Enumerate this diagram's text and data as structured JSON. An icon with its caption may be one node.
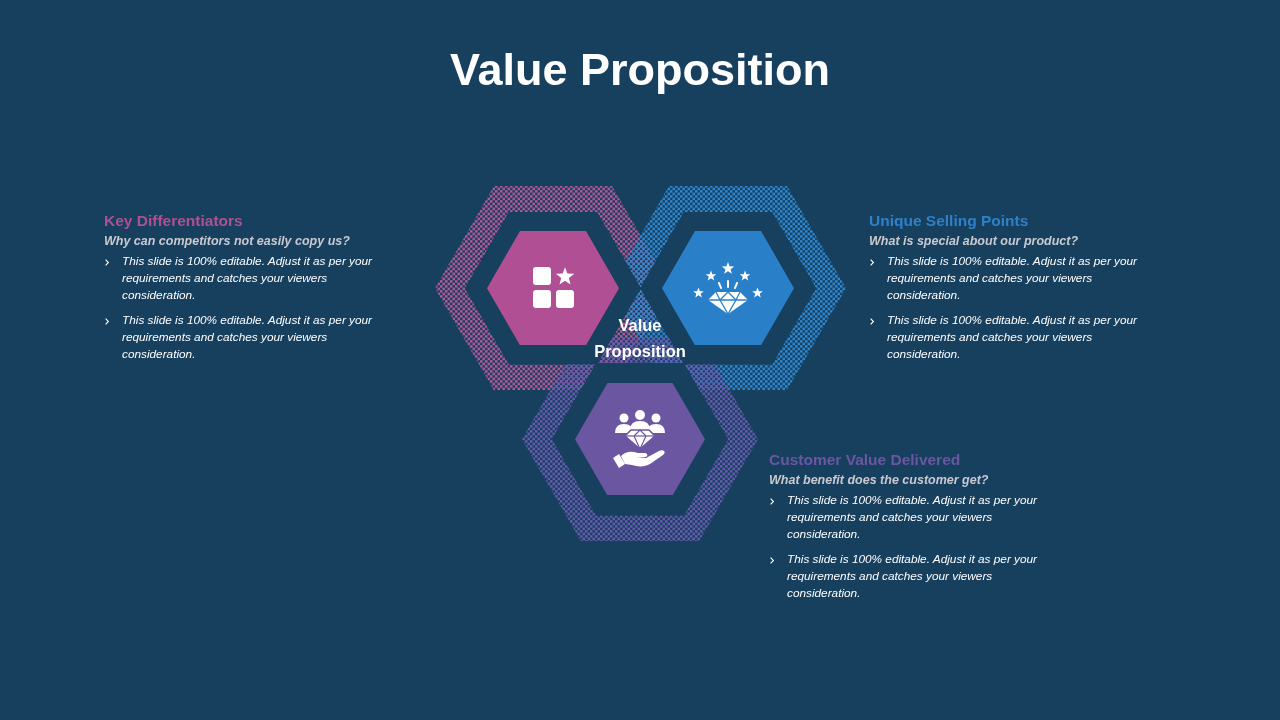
{
  "diagram": {
    "title": "Value Proposition",
    "nodes": [
      {
        "text": [],
        "shape": "hexagon",
        "beside": [
          "Key Differentiators",
          "Why can competitors not easily copy us?",
          "This slide is 100% editable. Adjust it as per your requirements and catches your viewers consideration.",
          "This slide is 100% editable. Adjust it as per your requirements and catches your viewers consideration."
        ]
      },
      {
        "text": [],
        "shape": "hexagon",
        "beside": [
          "Unique Selling Points",
          "What is special about our product?",
          "This slide is 100% editable. Adjust it as per your requirements and catches your viewers consideration.",
          "This slide is 100% editable. Adjust it as per your requirements and catches your viewers consideration."
        ]
      },
      {
        "text": [],
        "shape": "hexagon",
        "beside": [
          "Customer Value Delivered",
          "What benefit does the customer get?",
          "This slide is 100% editable. Adjust it as per your requirements and catches your viewers consideration.",
          "This slide is 100% editable. Adjust it as per your requirements and catches your viewers consideration."
        ]
      }
    ],
    "labels": [
      "Value Proposition"
    ]
  }
}
